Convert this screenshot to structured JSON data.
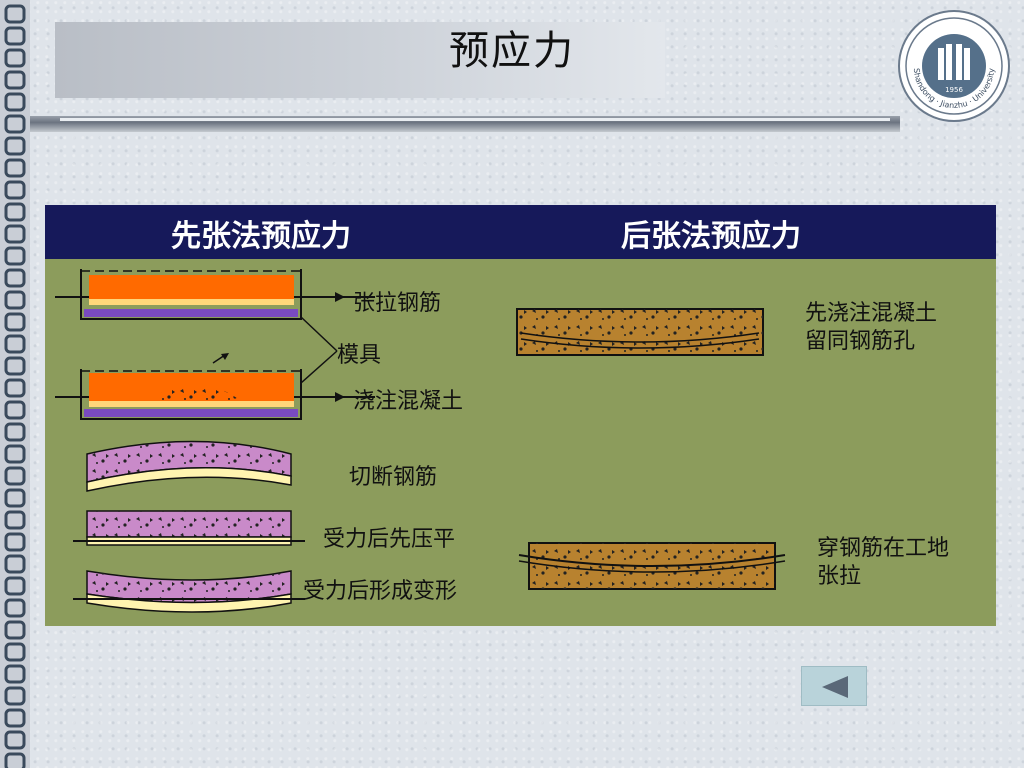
{
  "slide": {
    "title": "预应力"
  },
  "logo": {
    "year": "1956",
    "arc_text": "Shandong · Jianzhu · University"
  },
  "panel": {
    "left_header": "先张法预应力",
    "right_header": "后张法预应力",
    "left_labels": {
      "tension_steel": "张拉钢筋",
      "mold": "模具",
      "pour_concrete": "浇注混凝土",
      "cut_steel": "切断钢筋",
      "loaded_flat": "受力后先压平",
      "loaded_deform": "受力后形成变形"
    },
    "right_labels": {
      "step1_line1": "先浇注混凝土",
      "step1_line2": "留同钢筋孔",
      "step2_line1": "穿钢筋在工地",
      "step2_line2": "张拉"
    }
  },
  "colors": {
    "header_bg": "#16195a",
    "panel_bg": "#8c9c5c",
    "molten_concrete": "#ff6a00",
    "beam_purple": "#c98ac9",
    "post_beam_brown": "#b8822f"
  },
  "nav": {
    "back_icon": "left-triangle-icon"
  }
}
